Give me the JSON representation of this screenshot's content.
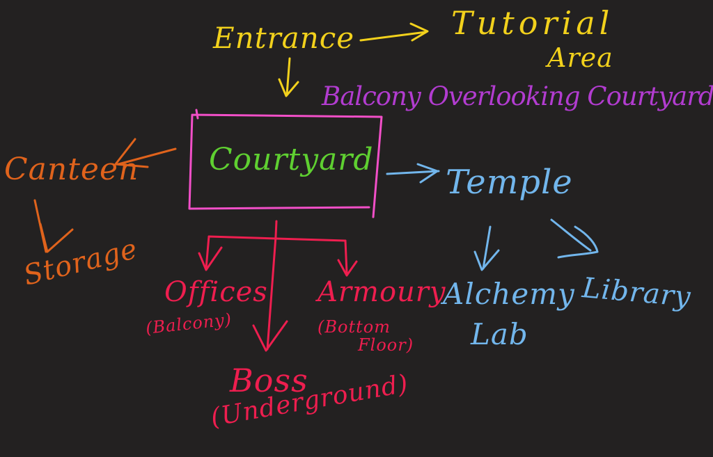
{
  "colors": {
    "background": "#232121",
    "yellow": "#f2d11c",
    "purple": "#b23cd0",
    "green": "#5fd031",
    "orange": "#e0631c",
    "blue": "#72b6ec",
    "red": "#ee1e4f",
    "pink": "#f24fc8"
  },
  "nodes": {
    "entrance": "Entrance",
    "tutorial_line1": "Tutorial",
    "tutorial_line2": "Area",
    "balcony": "Balcony Overlooking Courtyard",
    "courtyard": "Courtyard",
    "canteen": "Canteen",
    "storage": "Storage",
    "temple": "Temple",
    "alchemy_line1": "Alchemy",
    "alchemy_line2": "Lab",
    "library": "Library",
    "offices": "Offices",
    "offices_note": "(Balcony)",
    "armoury": "Armoury",
    "armoury_note_line1": "(Bottom",
    "armoury_note_line2": "Floor)",
    "boss": "Boss",
    "boss_note": "(Underground)"
  }
}
